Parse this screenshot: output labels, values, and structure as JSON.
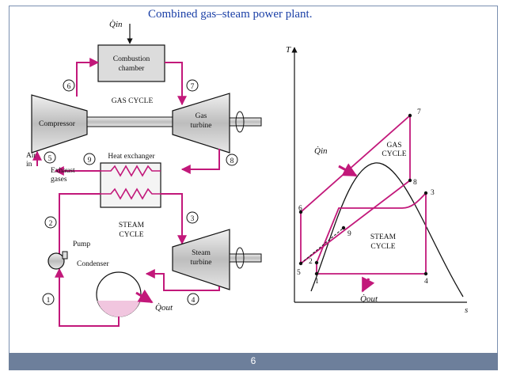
{
  "slide": {
    "title": "Combined gas–steam power plant.",
    "page_number": "6"
  },
  "schematic": {
    "q_in": "Q̇in",
    "combustion_line1": "Combustion",
    "combustion_line2": "chamber",
    "gas_cycle": "GAS CYCLE",
    "compressor": "Compressor",
    "gas_turbine_line1": "Gas",
    "gas_turbine_line2": "turbine",
    "air_line1": "Air",
    "air_line2": "in",
    "heat_exchanger": "Heat exchanger",
    "exhaust_line1": "Exhaust",
    "exhaust_line2": "gases",
    "steam_cycle_line1": "STEAM",
    "steam_cycle_line2": "CYCLE",
    "pump": "Pump",
    "condenser": "Condenser",
    "steam_turbine_line1": "Steam",
    "steam_turbine_line2": "turbine",
    "q_out": "Q̇out",
    "states": [
      "1",
      "2",
      "3",
      "4",
      "5",
      "6",
      "7",
      "8",
      "9"
    ]
  },
  "ts_diagram": {
    "y_axis": "T",
    "x_axis": "s",
    "q_in": "Q̇in",
    "q_out": "Q̇out",
    "gas_cycle_line1": "GAS",
    "gas_cycle_line2": "CYCLE",
    "steam_cycle_line1": "STEAM",
    "steam_cycle_line2": "CYCLE",
    "states": [
      "1",
      "2",
      "3",
      "4",
      "5",
      "6",
      "7",
      "8",
      "9"
    ]
  },
  "colors": {
    "pipe": "#c2187a",
    "equipment_fill": "#dcdcdc",
    "title": "#1a3fa6",
    "footer": "#6d7f9b"
  }
}
